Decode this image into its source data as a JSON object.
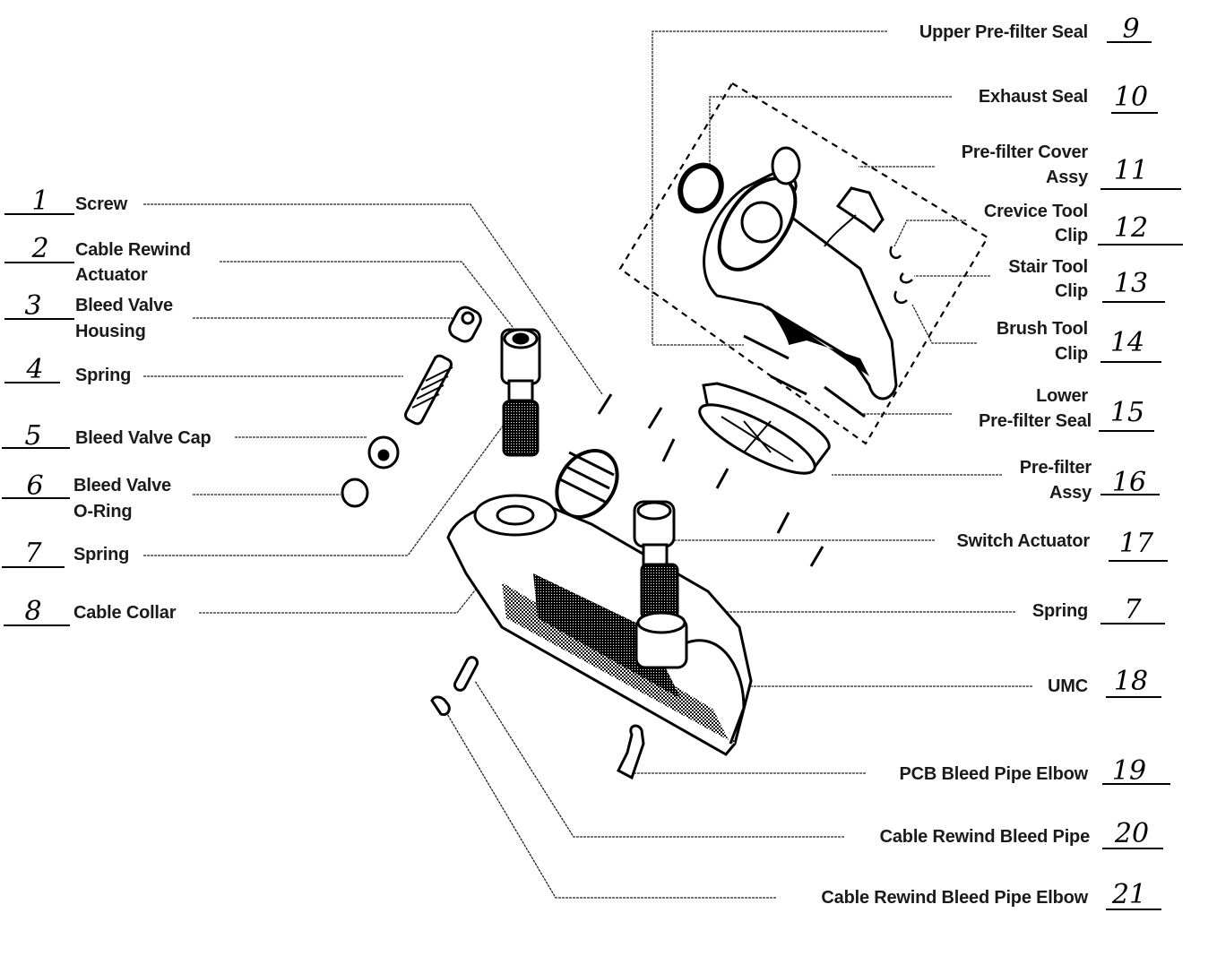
{
  "diagram": {
    "type": "exploded-parts-diagram",
    "left_labels": [
      {
        "number": "1",
        "lines": [
          "Screw"
        ]
      },
      {
        "number": "2",
        "lines": [
          "Cable Rewind",
          "Actuator"
        ]
      },
      {
        "number": "3",
        "lines": [
          "Bleed Valve",
          "Housing"
        ]
      },
      {
        "number": "4",
        "lines": [
          "Spring"
        ]
      },
      {
        "number": "5",
        "lines": [
          "Bleed Valve Cap"
        ]
      },
      {
        "number": "6",
        "lines": [
          "Bleed Valve",
          "O-Ring"
        ]
      },
      {
        "number": "7",
        "lines": [
          "Spring"
        ]
      },
      {
        "number": "8",
        "lines": [
          "Cable Collar"
        ]
      }
    ],
    "right_labels": [
      {
        "number": "9",
        "lines": [
          "Upper Pre-filter Seal"
        ]
      },
      {
        "number": "10",
        "lines": [
          "Exhaust Seal"
        ]
      },
      {
        "number": "11",
        "lines": [
          "Pre-filter Cover",
          "Assy"
        ]
      },
      {
        "number": "12",
        "lines": [
          "Crevice Tool",
          "Clip"
        ]
      },
      {
        "number": "13",
        "lines": [
          "Stair Tool",
          "Clip"
        ]
      },
      {
        "number": "14",
        "lines": [
          "Brush Tool",
          "Clip"
        ]
      },
      {
        "number": "15",
        "lines": [
          "Lower",
          "Pre-filter Seal"
        ]
      },
      {
        "number": "16",
        "lines": [
          "Pre-filter",
          "Assy"
        ]
      },
      {
        "number": "17",
        "lines": [
          "Switch Actuator"
        ]
      },
      {
        "number": "7",
        "lines": [
          "Spring"
        ]
      },
      {
        "number": "18",
        "lines": [
          "UMC"
        ]
      },
      {
        "number": "19",
        "lines": [
          "PCB Bleed Pipe Elbow"
        ]
      },
      {
        "number": "20",
        "lines": [
          "Cable Rewind Bleed Pipe"
        ]
      },
      {
        "number": "21",
        "lines": [
          "Cable Rewind Bleed Pipe Elbow"
        ]
      }
    ]
  },
  "colors": {
    "ink": "#000000",
    "paper": "#ffffff",
    "shade": "#2a2a2a"
  }
}
